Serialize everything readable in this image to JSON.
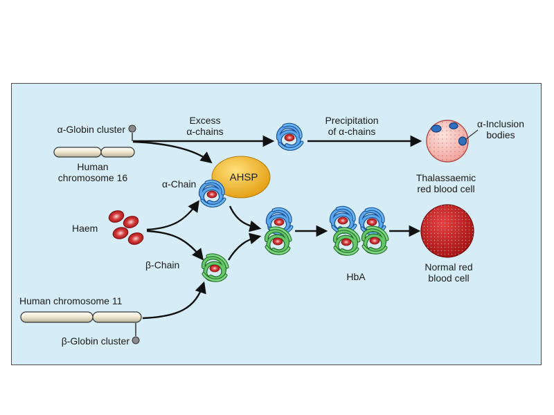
{
  "labels": {
    "alpha_globin_cluster": "α-Globin cluster",
    "chromosome16_line1": "Human",
    "chromosome16_line2": "chromosome 16",
    "excess_line1": "Excess",
    "excess_line2": "α-chains",
    "precip_line1": "Precipitation",
    "precip_line2": "of α-chains",
    "inclusion_line1": "α-Inclusion",
    "inclusion_line2": "bodies",
    "ahsp": "AHSP",
    "alpha_chain": "α-Chain",
    "thal_line1": "Thalassaemic",
    "thal_line2": "red blood cell",
    "haem": "Haem",
    "beta_chain": "β-Chain",
    "hba": "HbA",
    "normal_line1": "Normal red",
    "normal_line2": "blood cell",
    "chromosome11": "Human chromosome 11",
    "beta_globin_cluster": "β-Globin cluster"
  },
  "colors": {
    "panel_background": "#d6ecf6",
    "alpha_chain_blue": "#3a7fd0",
    "beta_chain_green": "#3fa845",
    "haem_red": "#c81e1e",
    "ahsp_yellow": "#f2b526",
    "normal_cell_red": "#c41818",
    "thalassaemic_cell_pink": "#f8c9c4",
    "chromosome_fill": "#f1ead0",
    "arrow_black": "#111111"
  }
}
